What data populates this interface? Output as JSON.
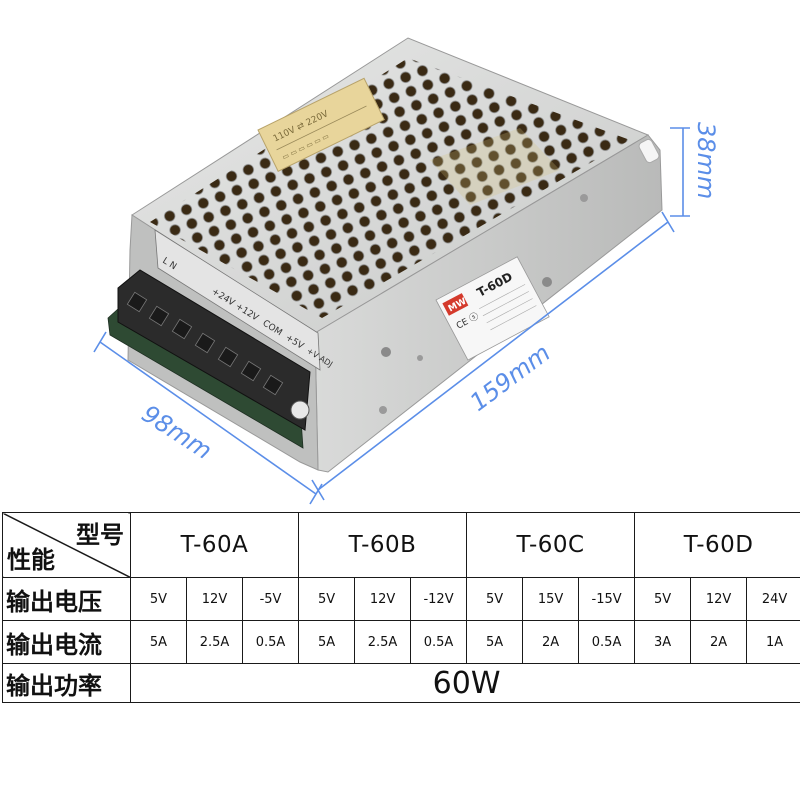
{
  "dimensions": {
    "depth": "98mm",
    "length": "159mm",
    "height": "38mm",
    "line_color": "#5b8ee8"
  },
  "product": {
    "model_label": "T-60D",
    "terminal_labels": [
      "+24V +12V",
      "COM",
      "+5V"
    ],
    "adj_label": "+V ADJ",
    "ac_label": "L  N",
    "colors": {
      "chassis": "#cfd0cf",
      "chassis_shadow": "#a9aaa9",
      "warning_label": "#e8d59b",
      "brand_label": "#d43a2c",
      "terminal_block": "#2b2b2b"
    }
  },
  "table": {
    "corner_top": "型号",
    "corner_bottom": "性能",
    "models": [
      "T-60A",
      "T-60B",
      "T-60C",
      "T-60D"
    ],
    "rows": [
      {
        "label": "输出电压",
        "values": [
          "5V",
          "12V",
          "-5V",
          "5V",
          "12V",
          "-12V",
          "5V",
          "15V",
          "-15V",
          "5V",
          "12V",
          "24V"
        ]
      },
      {
        "label": "输出电流",
        "values": [
          "5A",
          "2.5A",
          "0.5A",
          "5A",
          "2.5A",
          "0.5A",
          "5A",
          "2A",
          "0.5A",
          "3A",
          "2A",
          "1A"
        ]
      }
    ],
    "power_label": "输出功率",
    "power_value": "60W"
  }
}
